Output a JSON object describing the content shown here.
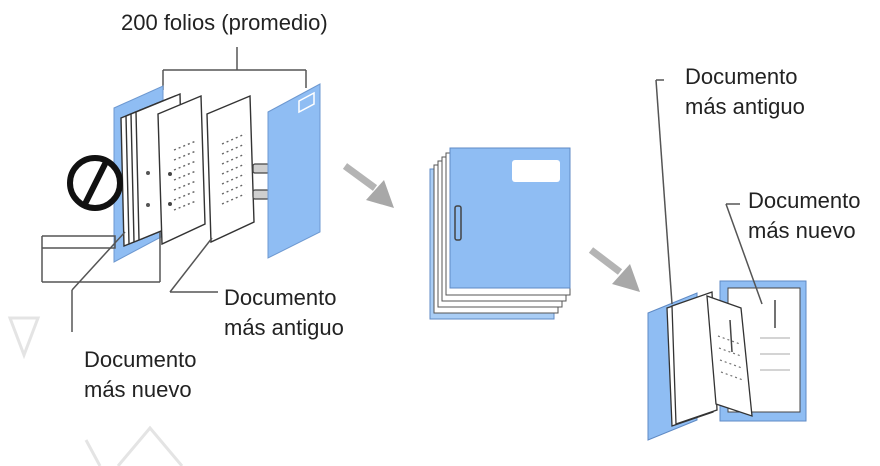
{
  "labels": {
    "folios": "200 folios (promedio)",
    "old_left": [
      "Documento",
      "más antiguo"
    ],
    "new_left": [
      "Documento",
      "más nuevo"
    ],
    "old_right": [
      "Documento",
      "más antiguo"
    ],
    "new_right": [
      "Documento",
      "más nuevo"
    ]
  },
  "colors": {
    "folder_blue": "#8fbdf3",
    "folder_edge": "#5e8cc8",
    "ink": "#222222",
    "line": "#555555",
    "arrow_gray": "#a8a8a8",
    "prohibit": "#111111",
    "watermark": "#e6e6e6"
  },
  "icons": [
    "prohibited-icon",
    "right-down-arrow-icon"
  ]
}
